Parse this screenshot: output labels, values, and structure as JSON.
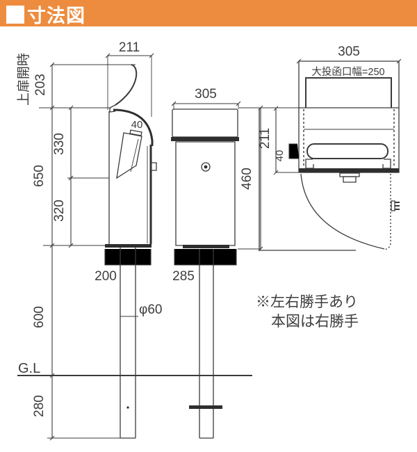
{
  "header": {
    "title": "寸法図",
    "accent_color": "#ED8C3E"
  },
  "note": {
    "line1": "※左右勝手あり",
    "line2": "本図は右勝手"
  },
  "side_view": {
    "open_label": "上扉開時",
    "dim_top_width": "211",
    "dim_open_height": "203",
    "dim_upper": "330",
    "dim_total": "650",
    "dim_lower": "320",
    "dim_flap": "40",
    "dim_base_width": "200",
    "dim_pole_above": "600",
    "dim_pole_below": "280",
    "dim_pole_dia": "φ60",
    "ground_label": "G.L"
  },
  "front_view": {
    "dim_width": "305",
    "dim_height": "460",
    "dim_base_width": "285"
  },
  "plan_view": {
    "dim_width": "305",
    "slot_label": "大投函口幅=250",
    "dim_depth": "211",
    "dim_slot": "40"
  }
}
